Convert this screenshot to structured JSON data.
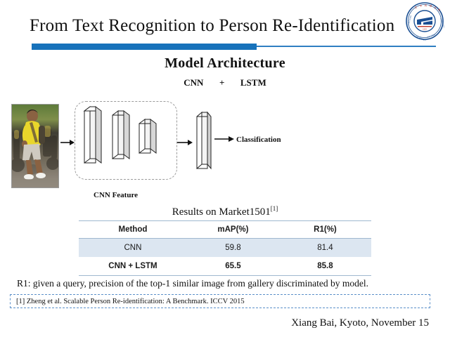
{
  "slide": {
    "title": "From Text Recognition to Person Re-Identification",
    "logo_name": "hust-university-seal",
    "accent_color": "#1772BB",
    "highlight_color": "#C00000",
    "row_tint_color": "#DCE6F1"
  },
  "section": {
    "heading": "Model Architecture",
    "sub_left": "CNN",
    "sub_plus": "+",
    "sub_right": "LSTM"
  },
  "diagram": {
    "input_image_name": "pedestrian-query-image",
    "cnn_feature_label": "CNN Feature",
    "classification_label": "Classification",
    "arrow_1_name": "arrow-image-to-cnn",
    "arrow_2_name": "arrow-cnn-to-lstm",
    "arrow_3_name": "arrow-lstm-to-classification",
    "cnn_slabs": 3,
    "lstm_slabs": 1
  },
  "results": {
    "caption": "Results on Market1501",
    "caption_superscript": "[1]",
    "columns": [
      "Method",
      "mAP(%)",
      "R1(%)"
    ],
    "rows": [
      {
        "method": "CNN",
        "map": "59.8",
        "r1": "81.4",
        "highlight": false
      },
      {
        "method": "CNN + LSTM",
        "map": "65.5",
        "r1": "85.8",
        "highlight": true
      }
    ]
  },
  "notes": {
    "r1_definition": "R1: given a query,  precision of the top-1 similar image from gallery discriminated by model.",
    "reference": "[1] Zheng et al. Scalable Person Re-identification: A Benchmark. ICCV 2015"
  },
  "byline": "Xiang Bai, Kyoto, November 15"
}
